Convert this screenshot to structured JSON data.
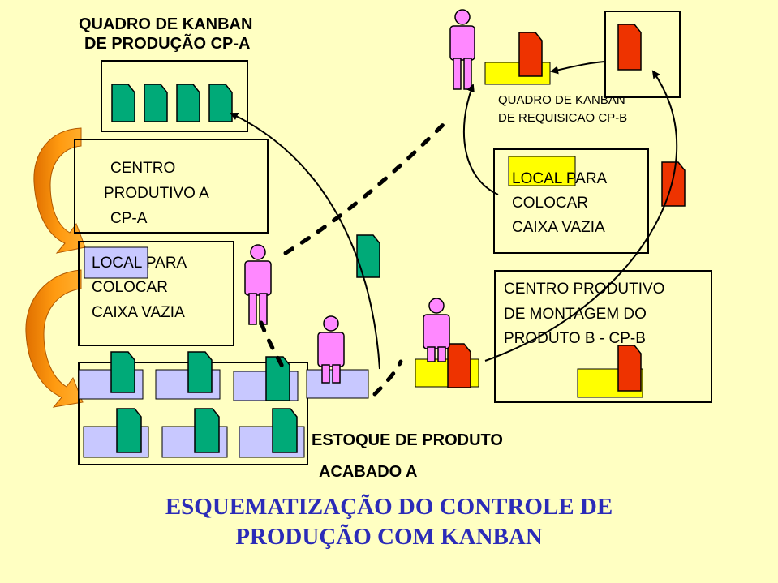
{
  "labels": {
    "quadro_kanban_producao_line1": "QUADRO DE KANBAN",
    "quadro_kanban_producao_line2": "DE PRODUÇÃO CP-A",
    "centro_produtivo_a_line1": "CENTRO",
    "centro_produtivo_a_line2": "PRODUTIVO A",
    "centro_produtivo_a_line3": "CP-A",
    "local_caixa_vazia_a_line1": "LOCAL PARA",
    "local_caixa_vazia_a_line2": "COLOCAR",
    "local_caixa_vazia_a_line3": "CAIXA VAZIA",
    "quadro_kanban_requisicao_line1": "QUADRO DE KANBAN",
    "quadro_kanban_requisicao_line2": "DE REQUISICAO  CP-B",
    "local_caixa_vazia_b_line1": "LOCAL PARA",
    "local_caixa_vazia_b_line2": "COLOCAR",
    "local_caixa_vazia_b_line3": "CAIXA VAZIA",
    "centro_montagem_line1": "CENTRO PRODUTIVO",
    "centro_montagem_line2": "DE MONTAGEM DO",
    "centro_montagem_line3": "PRODUTO B - CP-B",
    "estoque_line1": "ESTOQUE DE PRODUTO",
    "estoque_line2": "ACABADO A"
  },
  "title": {
    "line1": "ESQUEMATIZAÇÃO DO CONTROLE DE",
    "line2": "PRODUÇÃO COM KANBAN"
  },
  "colors": {
    "background": "#ffffc2",
    "kanban_production": "#00aa78",
    "kanban_requisition": "#ee3300",
    "container": "#c8c8ff",
    "yellow_box": "#ffff00",
    "worker": "#ff88ff",
    "arrow_orange": "#ff9900",
    "title": "#2b2bb8"
  }
}
